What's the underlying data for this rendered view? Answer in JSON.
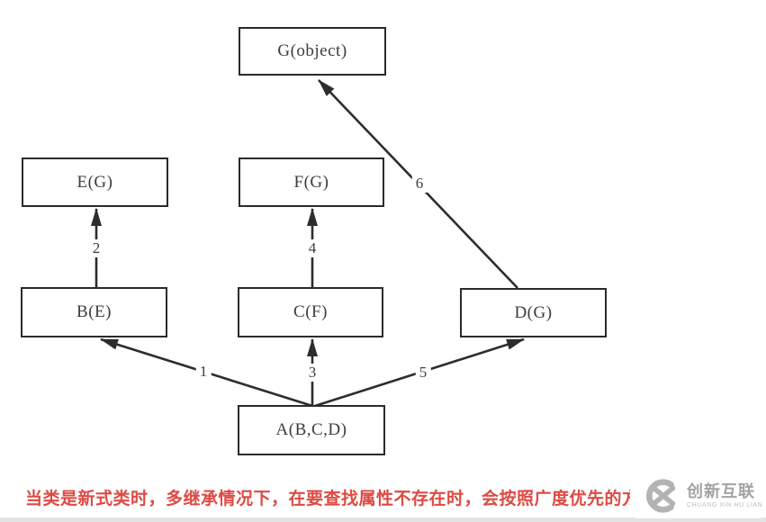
{
  "diagram": {
    "title_hint": "python-new-style-class-multiple-inheritance-breadth-first-mro",
    "nodes": [
      {
        "id": "G",
        "label": "G(object)"
      },
      {
        "id": "E",
        "label": "E(G)"
      },
      {
        "id": "F",
        "label": "F(G)"
      },
      {
        "id": "B",
        "label": "B(E)"
      },
      {
        "id": "C",
        "label": "C(F)"
      },
      {
        "id": "D",
        "label": "D(G)"
      },
      {
        "id": "A",
        "label": "A(B,C,D)"
      }
    ],
    "edges": [
      {
        "order": "1",
        "from": "A",
        "to": "B"
      },
      {
        "order": "2",
        "from": "B",
        "to": "E"
      },
      {
        "order": "3",
        "from": "A",
        "to": "C"
      },
      {
        "order": "4",
        "from": "C",
        "to": "F"
      },
      {
        "order": "5",
        "from": "A",
        "to": "D"
      },
      {
        "order": "6",
        "from": "D",
        "to": "G"
      }
    ],
    "line_color": "#2d2d2d",
    "box_border_color": "#2a2a2a"
  },
  "caption": {
    "text": "当类是新式类时，多继承情况下，在要查找属性不存在时，会按照广度优先的方",
    "color": "#de4a43"
  },
  "watermark": {
    "name": "创新互联",
    "subtitle": "CHUANG XIN HU LIAN",
    "logo": "cx-ring-logo",
    "color": "#b3b3b3"
  }
}
